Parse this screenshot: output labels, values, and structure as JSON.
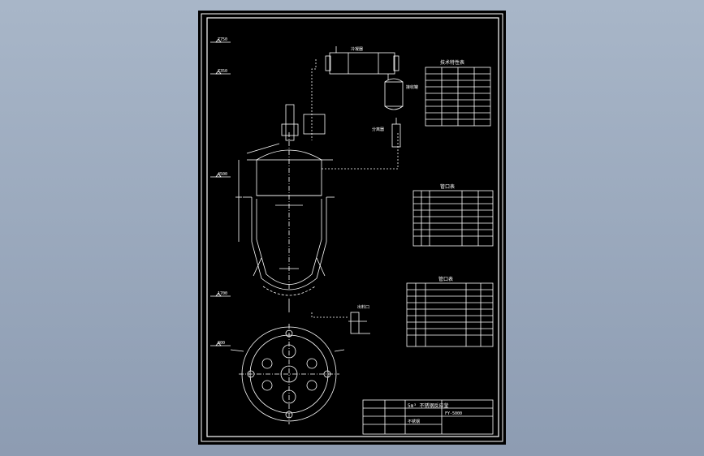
{
  "drawing": {
    "background_color": "#8f9eb4",
    "sheet_color": "#000000",
    "line_color": "#ffffff",
    "elevations": [
      "7750",
      "7350",
      "4500",
      "1700",
      "800"
    ],
    "title_block": {
      "title": "5m³ 不锈钢反应釜",
      "code": "FY-5000",
      "material": "不锈钢"
    },
    "tables": {
      "tech_spec_title": "技术特性表",
      "nozzle_table_1_title": "管口表",
      "nozzle_table_2_title": "管口表"
    },
    "labels": {
      "condenser": "冷凝器",
      "receiver": "接收罐",
      "separator": "分离器",
      "outlet": "出料口"
    }
  }
}
